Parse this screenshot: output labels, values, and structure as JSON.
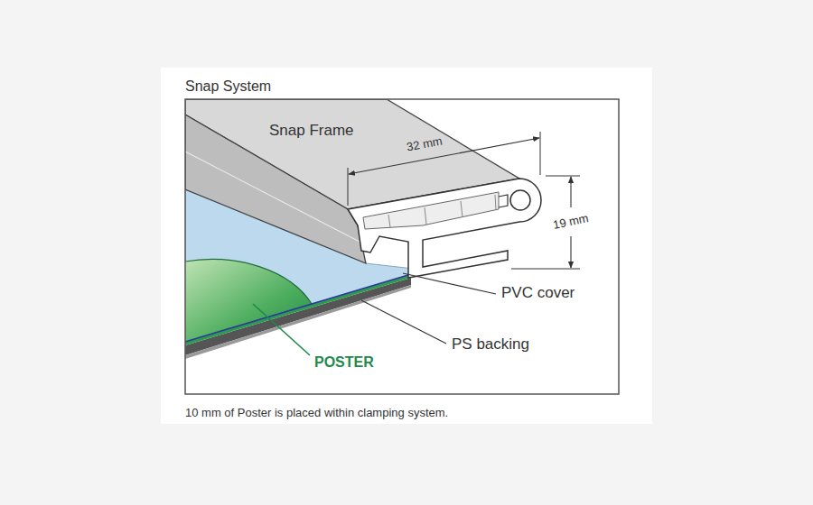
{
  "diagram": {
    "title": "Snap System",
    "caption": "10 mm of Poster is placed within clamping system.",
    "labels": [
      "Snap Frame",
      "32 mm",
      "19 mm",
      "PVC cover",
      "PS backing",
      "POSTER"
    ]
  }
}
